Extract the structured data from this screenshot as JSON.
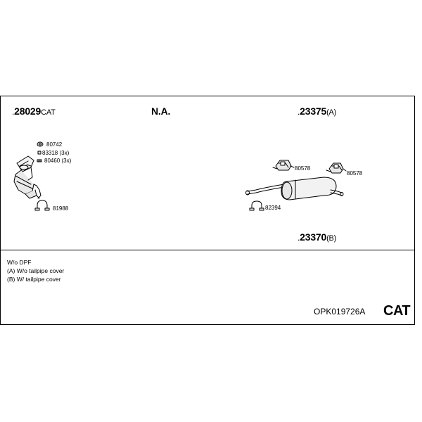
{
  "parts": {
    "cat_number": "28029",
    "cat_suffix": "CAT",
    "na_label": "N.A.",
    "rear_a_number": "23375",
    "rear_a_suffix": "(A)",
    "rear_b_number": "23370",
    "rear_b_suffix": "(B)"
  },
  "hardware": {
    "h1": "80742",
    "h2": "83318 (3x)",
    "h3": "80460 (3x)",
    "h4": "81988",
    "h5": "80578",
    "h6": "80578",
    "h7": "82394"
  },
  "notes": {
    "line1": "W/o DPF",
    "line2": "(A) W/o tailpipe cover",
    "line3": "(B) W/ tailpipe cover"
  },
  "footer": {
    "kit_code": "OPK019726A",
    "type_label": "CAT"
  },
  "icons": [
    "catalytic-converter-icon",
    "gasket-icon",
    "bolt-icon",
    "nut-icon",
    "clamp-icon",
    "rubber-mount-icon",
    "rear-muffler-icon"
  ]
}
